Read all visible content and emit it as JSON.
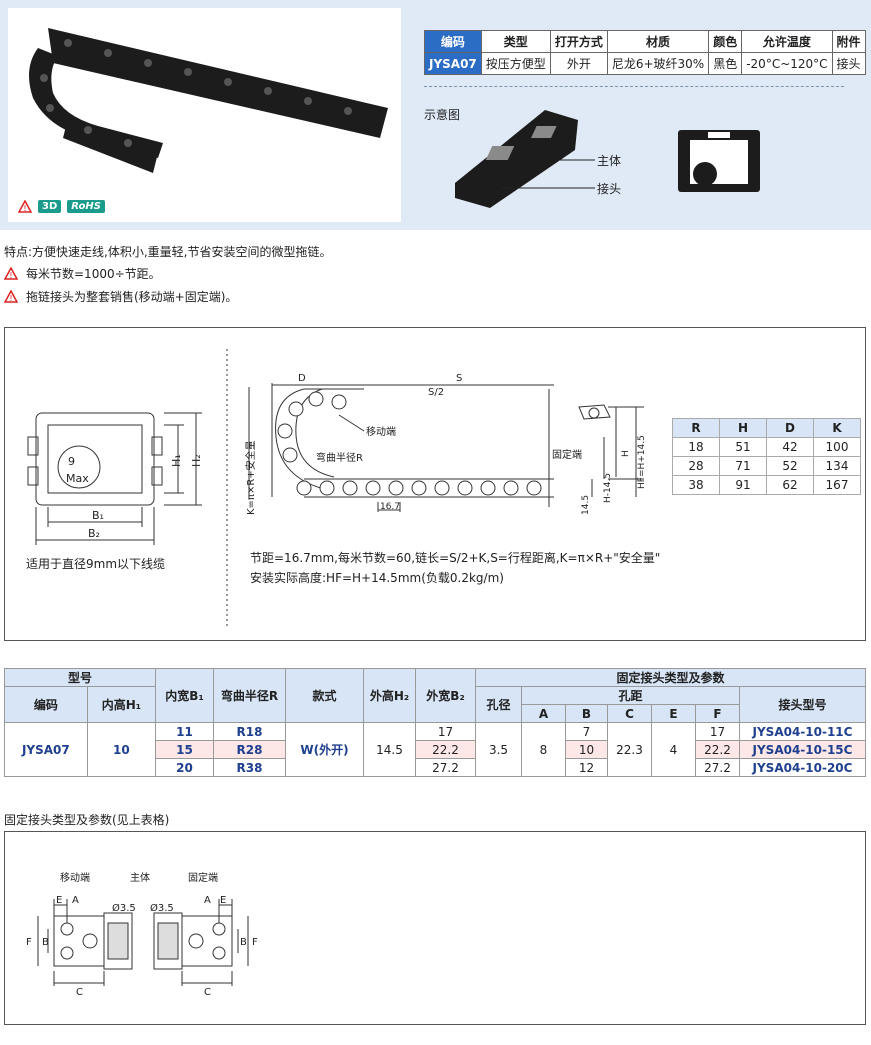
{
  "spec_table": {
    "headers": [
      "编码",
      "类型",
      "打开方式",
      "材质",
      "颜色",
      "允许温度",
      "附件"
    ],
    "row": [
      "JYSA07",
      "按压方便型",
      "外开",
      "尼龙6+玻纤30%",
      "黑色",
      "-20°C~120°C",
      "接头"
    ]
  },
  "badges": {
    "d3": "3D",
    "rohs": "RoHS"
  },
  "schematic": {
    "label": "示意图",
    "body": "主体",
    "joint": "接头"
  },
  "features": {
    "main": "特点:方便快速走线,体积小,重量轻,节省安装空间的微型拖链。",
    "note1": "每米节数=1000÷节距。",
    "note2": "拖链接头为整套销售(移动端+固定端)。"
  },
  "drawing": {
    "max_dia": "9",
    "max_word": "Max",
    "cable_note": "适用于直径9mm以下线缆",
    "b1": "B₁",
    "b2": "B₂",
    "h1": "H₁",
    "h2": "H₂",
    "k_label": "K=π×R+安全量",
    "d": "D",
    "s": "S",
    "s2": "S/2",
    "moving": "移动端",
    "bend": "弯曲半径R",
    "fixed": "固定端",
    "pitch_dim": "16.7",
    "h_minus": "H-14.5",
    "h": "H",
    "hf": "HF=H+14.5",
    "dim145": "14.5",
    "formula1": "节距=16.7mm,每米节数=60,链长=S/2+K,S=行程距离,K=π×R+\"安全量\"",
    "formula2": "安装实际高度:HF=H+14.5mm(负载0.2kg/m)"
  },
  "rhk_table": {
    "headers": [
      "R",
      "H",
      "D",
      "K"
    ],
    "rows": [
      [
        "18",
        "51",
        "42",
        "100"
      ],
      [
        "28",
        "71",
        "52",
        "134"
      ],
      [
        "38",
        "91",
        "62",
        "167"
      ]
    ]
  },
  "model_table": {
    "model": "型号",
    "code": "编码",
    "inner_h1": "内高H₁",
    "inner_b1": "内宽B₁",
    "bend_r": "弯曲半径R",
    "style": "款式",
    "outer_h2": "外高H₂",
    "outer_b2": "外宽B₂",
    "fixed_params": "固定接头类型及参数",
    "hole_dia": "孔径",
    "hole_pitch": "孔距",
    "joint_model": "接头型号",
    "cols": [
      "A",
      "B",
      "C",
      "E",
      "F"
    ],
    "code_val": "JYSA07",
    "h1_val": "10",
    "style_val": "W(外开)",
    "h2_val": "14.5",
    "hole_val": "3.5",
    "a_val": "8",
    "c_val": "22.3",
    "e_val": "4",
    "rows": [
      {
        "b1": "11",
        "r": "R18",
        "b2": "17",
        "b": "7",
        "f": "17",
        "model": "JYSA04-10-11C"
      },
      {
        "b1": "15",
        "r": "R28",
        "b2": "22.2",
        "b": "10",
        "f": "22.2",
        "model": "JYSA04-10-15C"
      },
      {
        "b1": "20",
        "r": "R38",
        "b2": "27.2",
        "b": "12",
        "f": "27.2",
        "model": "JYSA04-10-20C"
      }
    ]
  },
  "bottom": {
    "title": "固定接头类型及参数(见上表格)",
    "moving": "移动端",
    "body": "主体",
    "fixed": "固定端",
    "e": "E",
    "a": "A",
    "dia1": "Ø3.5",
    "dia2": "Ø3.5",
    "f": "F",
    "b": "B",
    "c": "C"
  }
}
